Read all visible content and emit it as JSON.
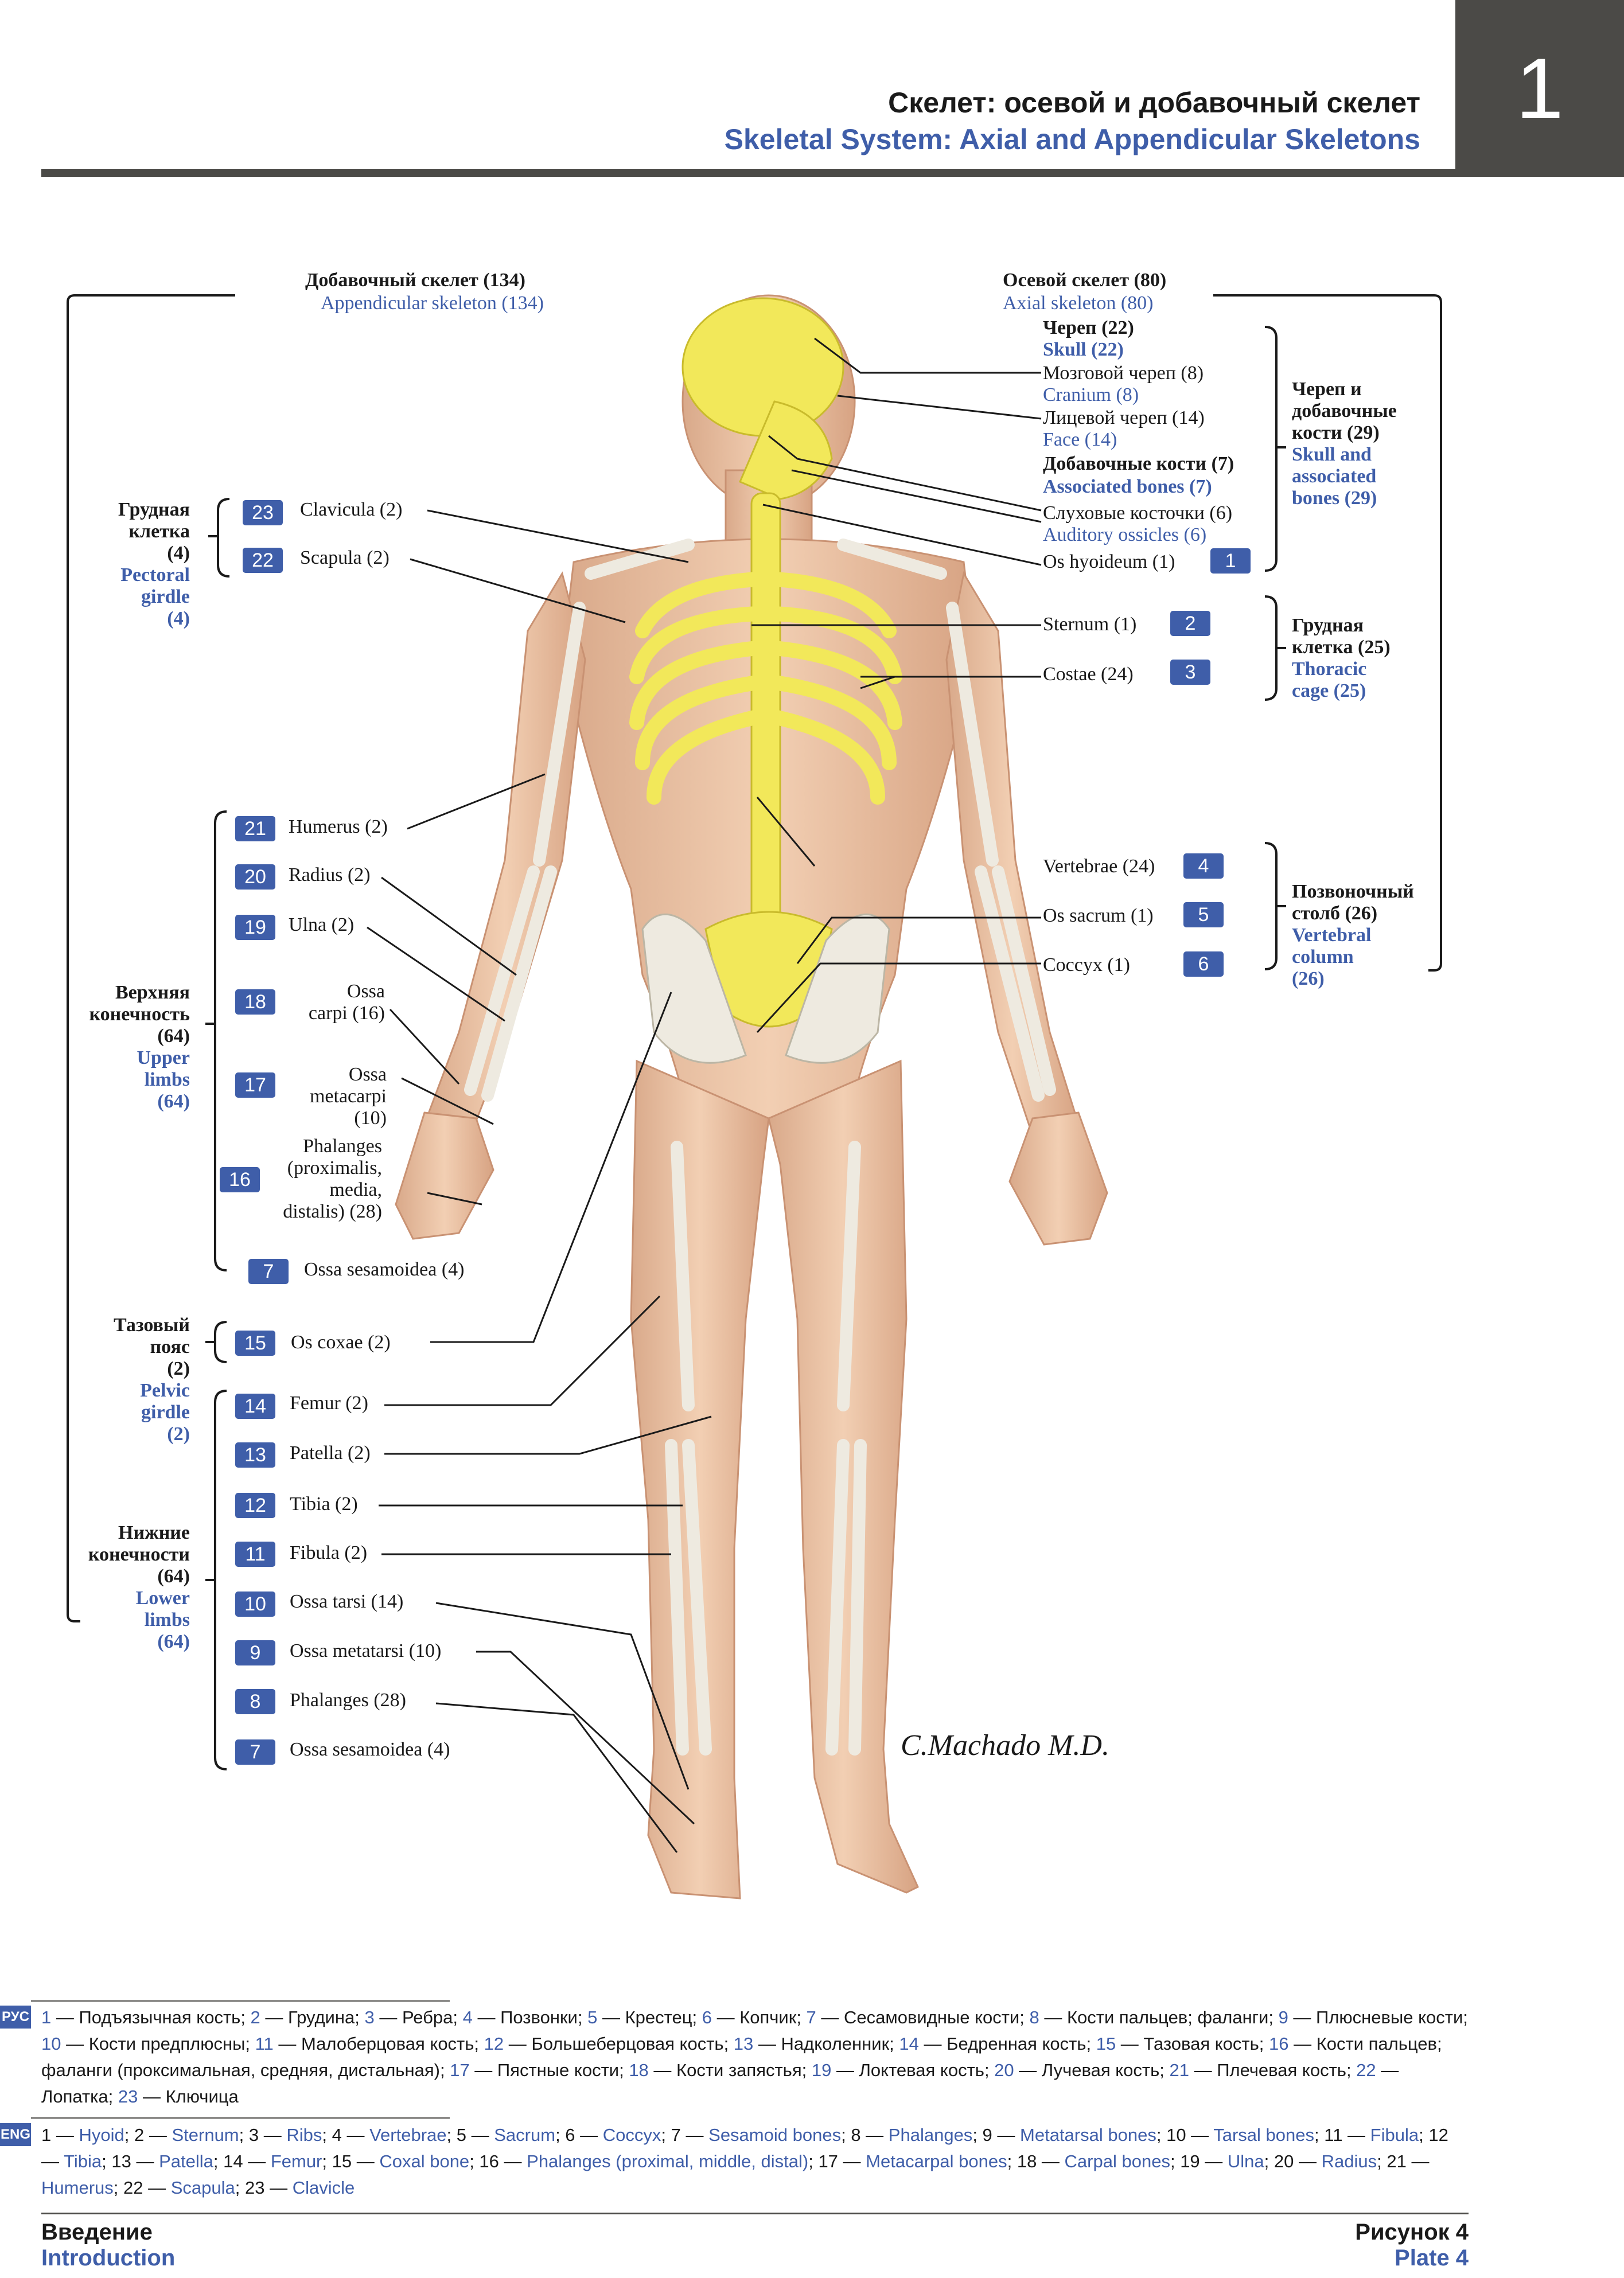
{
  "header": {
    "title_ru": "Скелет: осевой и добавочный скелет",
    "title_en": "Skeletal System: Axial and Appendicular Skeletons",
    "plate_number": "1"
  },
  "figure": {
    "left_top_ru": "Добавочный скелет (134)",
    "left_top_en": "Appendicular skeleton (134)",
    "right_top_ru": "Осевой скелет (80)",
    "right_top_en": "Axial skeleton (80)",
    "pectoral_ru": [
      "Грудная",
      "клетка",
      "(4)"
    ],
    "pectoral_en": [
      "Pectoral",
      "girdle",
      "(4)"
    ],
    "upper_ru": [
      "Верхняя",
      "конечность",
      "(64)"
    ],
    "upper_en": [
      "Upper",
      "limbs",
      "(64)"
    ],
    "pelvic_ru": [
      "Тазовый",
      "пояс",
      "(2)"
    ],
    "pelvic_en": [
      "Pelvic",
      "girdle",
      "(2)"
    ],
    "lower_ru": [
      "Нижние",
      "конечности",
      "(64)"
    ],
    "lower_en": [
      "Lower",
      "limbs",
      "(64)"
    ],
    "skull_group_ru": [
      "Череп и",
      "добавочные",
      "кости (29)"
    ],
    "skull_group_en": [
      "Skull and",
      "associated",
      "bones (29)"
    ],
    "thoracic_ru": [
      "Грудная",
      "клетка (25)"
    ],
    "thoracic_en": [
      "Thoracic",
      "cage (25)"
    ],
    "vertebral_ru": [
      "Позвоночный",
      "столб (26)"
    ],
    "vertebral_en": [
      "Vertebral",
      "column",
      "(26)"
    ],
    "skull_ru": "Череп (22)",
    "skull_en": "Skull (22)",
    "cranium_ru": "Мозговой череп (8)",
    "cranium_en": "Cranium (8)",
    "face_ru": "Лицевой череп (14)",
    "face_en": "Face (14)",
    "assoc_ru": "Добавочные кости (7)",
    "assoc_en": "Associated bones (7)",
    "ossicles_ru": "Слуховые косточки (6)",
    "ossicles_en": "Auditory ossicles (6)",
    "hyoid": "Os hyoideum (1)",
    "sternum": "Sternum (1)",
    "costae": "Costae (24)",
    "vertebrae": "Vertebrae (24)",
    "sacrum": "Os sacrum (1)",
    "coccyx": "Coccyx (1)",
    "clavicula": "Clavicula (2)",
    "scapula": "Scapula (2)",
    "humerus": "Humerus (2)",
    "radius": "Radius (2)",
    "ulna": "Ulna (2)",
    "carpi": [
      "Ossa",
      "carpi (16)"
    ],
    "metacarpi": [
      "Ossa",
      "metacarpi",
      "(10)"
    ],
    "phalanges_hand": [
      "Phalanges",
      "(proximalis,",
      "media,",
      "distalis) (28)"
    ],
    "sesamoidea_upper": "Ossa sesamoidea (4)",
    "coxae": "Os coxae (2)",
    "femur": "Femur (2)",
    "patella": "Patella (2)",
    "tibia": "Tibia (2)",
    "fibula": "Fibula (2)",
    "tarsi": "Ossa tarsi (14)",
    "metatarsi": "Ossa metatarsi (10)",
    "phalanges_foot": "Phalanges (28)",
    "sesamoidea_lower": "Ossa sesamoidea (4)",
    "badges": {
      "b1": "1",
      "b2": "2",
      "b3": "3",
      "b4": "4",
      "b5": "5",
      "b6": "6",
      "b23": "23",
      "b22": "22",
      "b21": "21",
      "b20": "20",
      "b19": "19",
      "b18": "18",
      "b17": "17",
      "b16": "16",
      "b7u": "7",
      "b15": "15",
      "b14": "14",
      "b13": "13",
      "b12": "12",
      "b11": "11",
      "b10": "10",
      "b9": "9",
      "b8": "8",
      "b7l": "7"
    },
    "signature": "C.Machado M.D."
  },
  "legend": {
    "ru_tag": "РУС",
    "en_tag": "ENG",
    "ru": [
      {
        "n": "1",
        "t": "Подъязычная кость"
      },
      {
        "n": "2",
        "t": "Грудина"
      },
      {
        "n": "3",
        "t": "Ребра"
      },
      {
        "n": "4",
        "t": "Позвонки"
      },
      {
        "n": "5",
        "t": "Крестец"
      },
      {
        "n": "6",
        "t": "Копчик"
      },
      {
        "n": "7",
        "t": "Сесамовидные кости"
      },
      {
        "n": "8",
        "t": "Кости пальцев; фаланги"
      },
      {
        "n": "9",
        "t": "Плюсневые кости"
      },
      {
        "n": "10",
        "t": "Кости предплюсны"
      },
      {
        "n": "11",
        "t": "Малоберцовая кость"
      },
      {
        "n": "12",
        "t": "Большеберцовая кость"
      },
      {
        "n": "13",
        "t": "Надколенник"
      },
      {
        "n": "14",
        "t": "Бедренная кость"
      },
      {
        "n": "15",
        "t": "Тазовая кость"
      },
      {
        "n": "16",
        "t": "Кости пальцев; фаланги (проксимальная, средняя, дистальная)"
      },
      {
        "n": "17",
        "t": "Пястные кости"
      },
      {
        "n": "18",
        "t": "Кости запястья"
      },
      {
        "n": "19",
        "t": "Локтевая кость"
      },
      {
        "n": "20",
        "t": "Лучевая кость"
      },
      {
        "n": "21",
        "t": "Плечевая кость"
      },
      {
        "n": "22",
        "t": "Лопатка"
      },
      {
        "n": "23",
        "t": "Ключица"
      }
    ],
    "en": [
      {
        "n": "1",
        "t": "Hyoid"
      },
      {
        "n": "2",
        "t": "Sternum"
      },
      {
        "n": "3",
        "t": "Ribs"
      },
      {
        "n": "4",
        "t": "Vertebrae"
      },
      {
        "n": "5",
        "t": "Sacrum"
      },
      {
        "n": "6",
        "t": "Coccyx"
      },
      {
        "n": "7",
        "t": "Sesamoid bones"
      },
      {
        "n": "8",
        "t": "Phalanges"
      },
      {
        "n": "9",
        "t": "Metatarsal bones"
      },
      {
        "n": "10",
        "t": "Tarsal bones"
      },
      {
        "n": "11",
        "t": "Fibula"
      },
      {
        "n": "12",
        "t": "Tibia"
      },
      {
        "n": "13",
        "t": "Patella"
      },
      {
        "n": "14",
        "t": "Femur"
      },
      {
        "n": "15",
        "t": "Coxal bone"
      },
      {
        "n": "16",
        "t": "Phalanges (proximal, middle, distal)"
      },
      {
        "n": "17",
        "t": "Metacarpal bones"
      },
      {
        "n": "18",
        "t": "Carpal bones"
      },
      {
        "n": "19",
        "t": "Ulna"
      },
      {
        "n": "20",
        "t": "Radius"
      },
      {
        "n": "21",
        "t": "Humerus"
      },
      {
        "n": "22",
        "t": "Scapula"
      },
      {
        "n": "23",
        "t": "Clavicle"
      }
    ]
  },
  "footer": {
    "section_ru": "Введение",
    "section_en": "Introduction",
    "plate_ru": "Рисунок 4",
    "plate_en": "Plate 4"
  }
}
